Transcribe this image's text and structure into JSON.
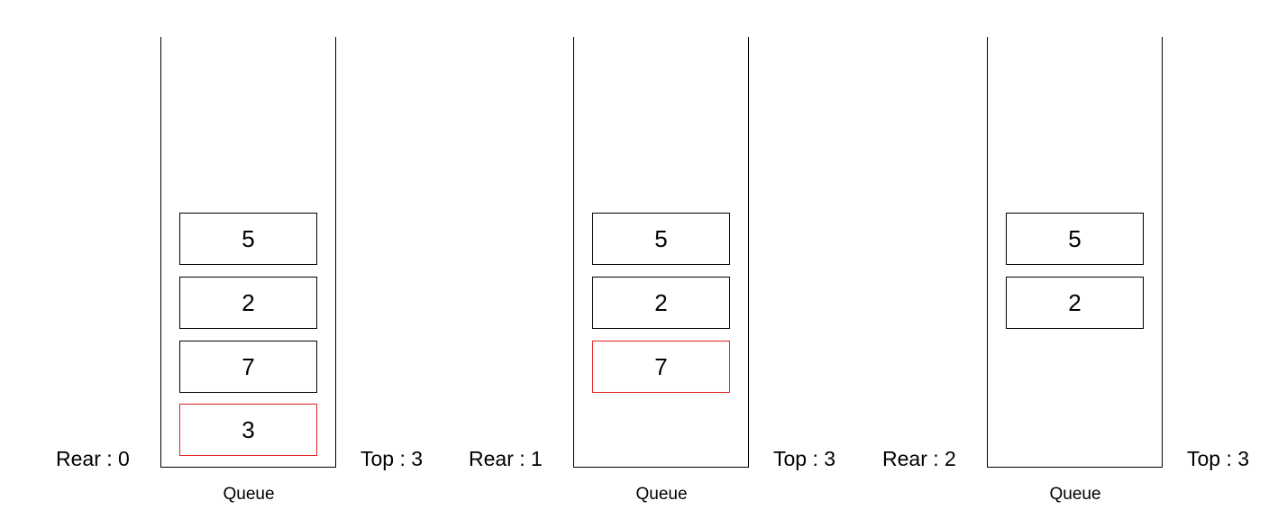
{
  "colors": {
    "highlight": "#e02020",
    "stroke": "#000000"
  },
  "panels": [
    {
      "rear": "Rear : 0",
      "top": "Top : 3",
      "caption": "Queue",
      "cells": [
        {
          "value": "5",
          "highlight": false
        },
        {
          "value": "2",
          "highlight": false
        },
        {
          "value": "7",
          "highlight": false
        },
        {
          "value": "3",
          "highlight": true
        }
      ]
    },
    {
      "rear": "Rear : 1",
      "top": "Top : 3",
      "caption": "Queue",
      "cells": [
        {
          "value": "5",
          "highlight": false
        },
        {
          "value": "2",
          "highlight": false
        },
        {
          "value": "7",
          "highlight": true
        }
      ]
    },
    {
      "rear": "Rear : 2",
      "top": "Top : 3",
      "caption": "Queue",
      "cells": [
        {
          "value": "5",
          "highlight": false
        },
        {
          "value": "2",
          "highlight": false
        }
      ]
    }
  ]
}
